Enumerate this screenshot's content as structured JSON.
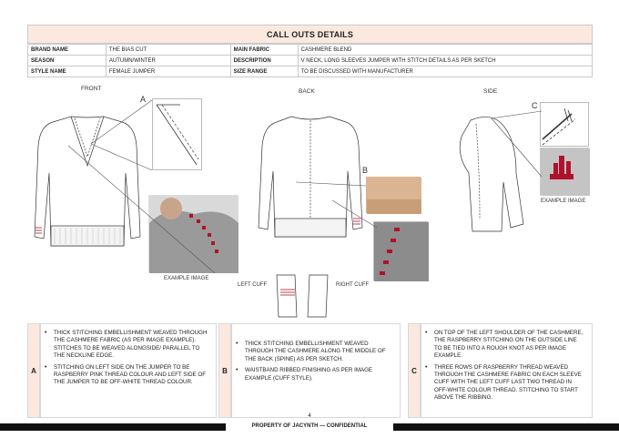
{
  "header": {
    "title": "CALL OUTS DETAILS",
    "rows": [
      {
        "k1": "BRAND NAME",
        "v1": "THE BIAS CUT",
        "k2": "MAIN FABRIC",
        "v2": "CASHMERE BLEND"
      },
      {
        "k1": "SEASON",
        "v1": "AUTUMN/WINTER",
        "k2": "DESCRIPTION",
        "v2": "V NECK, LONG SLEEVES JUMPER WITH STITCH DETAILS AS PER SKETCH"
      },
      {
        "k1": "STYLE NAME",
        "v1": "FEMALE JUMPER",
        "k2": "SIZE RANGE",
        "v2": "TO BE DISCUSSED WITH MANUFACTURER"
      }
    ]
  },
  "views": {
    "front": "FRONT",
    "back": "BACK",
    "side": "SIDE"
  },
  "callouts": {
    "a": "A",
    "b": "B",
    "c": "C"
  },
  "labels": {
    "example_image_left": "EXAMPLE IMAGE",
    "example_image_right": "EXAMPLE IMAGE",
    "left_cuff": "LEFT CUFF",
    "right_cuff": "RIGHT CUFF"
  },
  "notes": [
    {
      "letter": "A",
      "items": [
        "THICK STITCHING EMBELLISHMENT WEAVED THROUGH THE CASHMERE FABRIC (AS PER IMAGE EXAMPLE). STITCHES TO BE WEAVED ALONGSIDE/ PARALLEL TO THE NECKLINE EDGE.",
        "STITCHING ON LEFT SIDE ON THE JUMPER TO BE RASPBERRY PINK THREAD COLOUR AND LEFT SIDE OF THE JUMPER TO BE OFF-WHITE THREAD COLOUR."
      ]
    },
    {
      "letter": "B",
      "items": [
        "THICK STITCHING EMBELLISHMENT WEAVED THROUGH THE CASHMERE ALONG THE MIDDLE OF THE BACK (SPINE) AS PER SKETCH.",
        "WAISTBAND RIBBED FINISHING AS PER IMAGE EXAMPLE (CUFF STYLE)."
      ]
    },
    {
      "letter": "C",
      "items": [
        "ON TOP OF THE LEFT SHOULDER OF THE CASHMERE, THE RASPBERRY STITCHING ON THE OUTSIDE LINE TO BE TIED INTO A ROUGH KNOT AS PER IMAGE EXAMPLE.",
        "THREE ROWS OF RASPBERRY THREAD WEAVED THROUGH THE CASHMERE FABRIC ON EACH SLEEVE CUFF WITH THE LEFT CUFF LAST TWO THREAD IN OFF-WHITE COLOUR THREAD. STITCHING TO START ABOVE THE RIBBING."
      ]
    }
  ],
  "footer": {
    "page_number": "4",
    "text": "PROPERTY OF JACYNTH — CONFIDENTIAL"
  },
  "colors": {
    "accent": "#fbe9e0",
    "raspberry": "#b0122c",
    "knit": "#9a9a9a"
  }
}
